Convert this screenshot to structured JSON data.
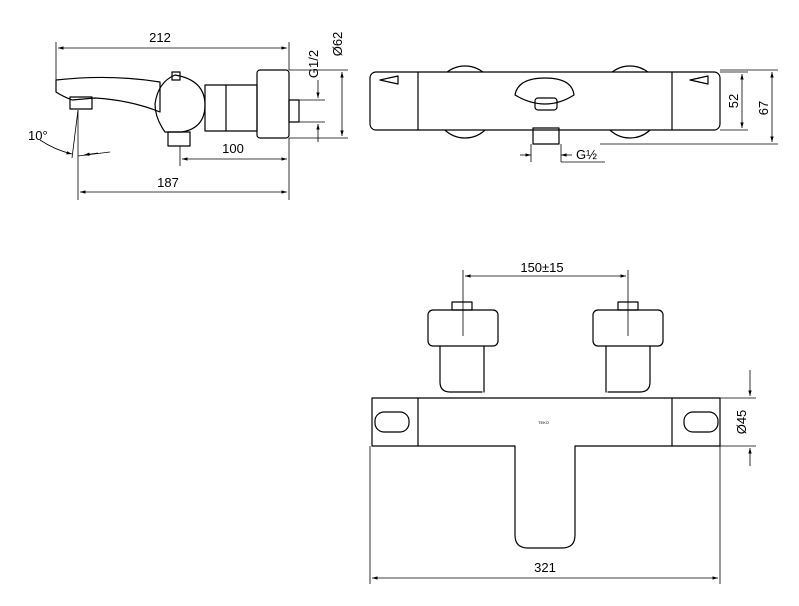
{
  "side_view": {
    "dim_total_length": "212",
    "dim_body_length": "187",
    "dim_outlet": "100",
    "dim_angle": "10°",
    "dim_thread": "G1/2",
    "dim_diameter": "Ø62"
  },
  "top_view": {
    "dim_height_52": "52",
    "dim_height_67": "67",
    "dim_thread": "G½"
  },
  "front_view": {
    "dim_spacing": "150±15",
    "dim_width": "321",
    "dim_diameter": "Ø45",
    "brand_mark": "TEKO"
  }
}
